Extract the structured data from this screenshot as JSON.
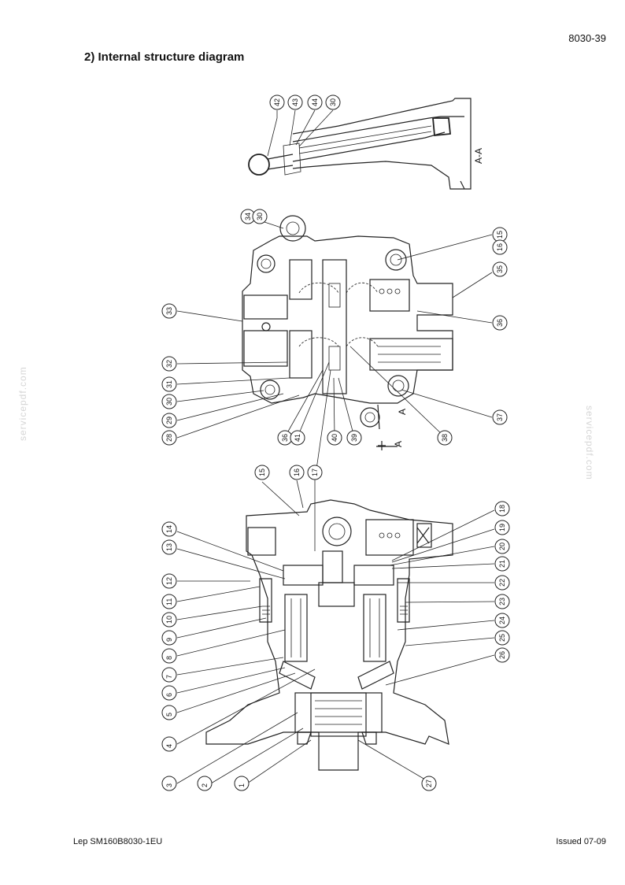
{
  "page_number": "8030-39",
  "title": "2) Internal structure diagram",
  "section_marker": "A-A",
  "arrow_label": "A",
  "callouts_top": [
    "42",
    "43",
    "44",
    "30"
  ],
  "callouts_middle": [
    "34",
    "30",
    "15",
    "16",
    "35",
    "36",
    "33",
    "32",
    "31",
    "30",
    "29",
    "28",
    "36",
    "41",
    "40",
    "39",
    "38",
    "37"
  ],
  "callouts_bottom": [
    "15",
    "16",
    "17",
    "18",
    "19",
    "20",
    "21",
    "22",
    "23",
    "24",
    "25",
    "26",
    "27",
    "14",
    "13",
    "12",
    "11",
    "10",
    "9",
    "8",
    "7",
    "6",
    "5",
    "4",
    "3",
    "2",
    "1"
  ],
  "footer": {
    "left": "Lep SM160B8030-1EU",
    "right": "Issued 07-09"
  },
  "watermark": "servicepdf.com"
}
